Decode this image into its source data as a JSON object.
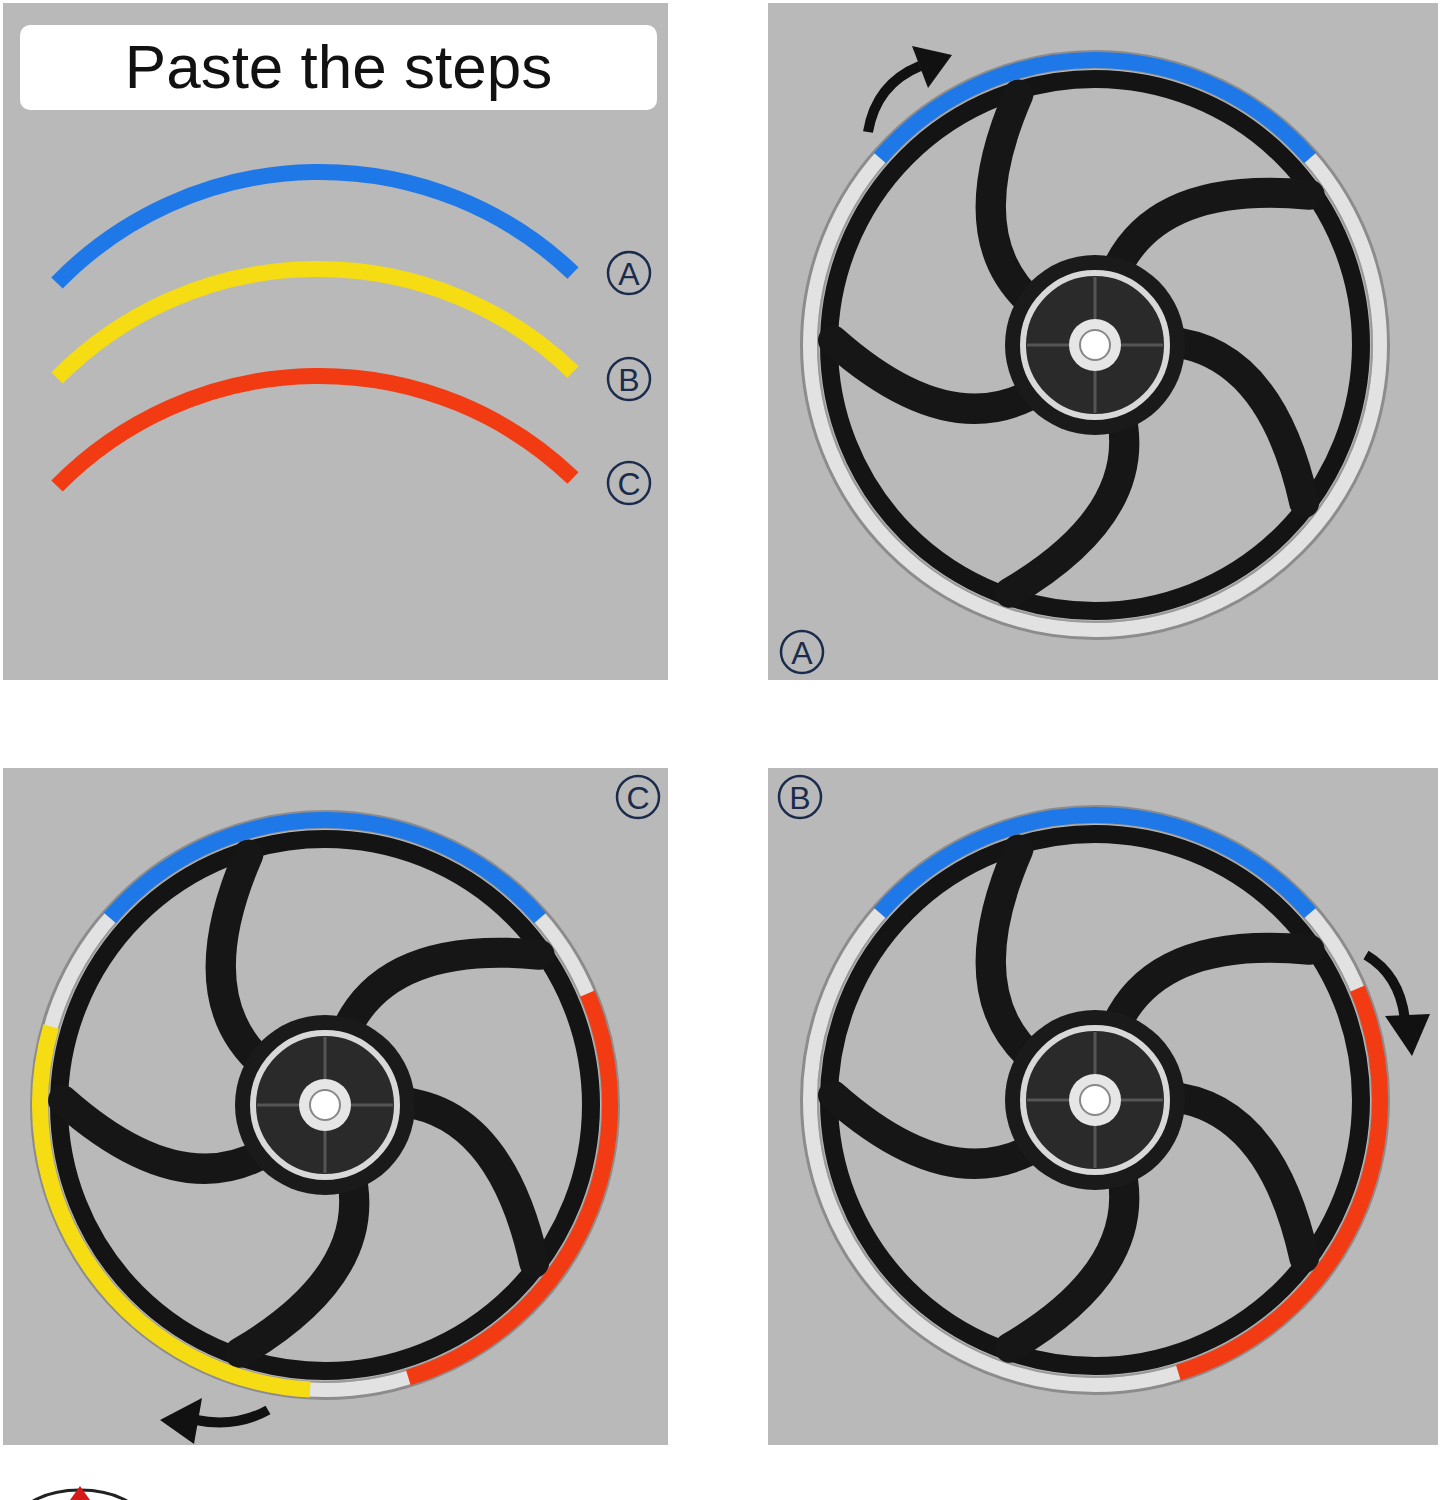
{
  "diagram": {
    "nodes": [
      {
        "text": [
          "Paste the steps"
        ]
      }
    ],
    "labels": [
      "A",
      "B",
      "C",
      "A",
      "C",
      "B"
    ]
  }
}
